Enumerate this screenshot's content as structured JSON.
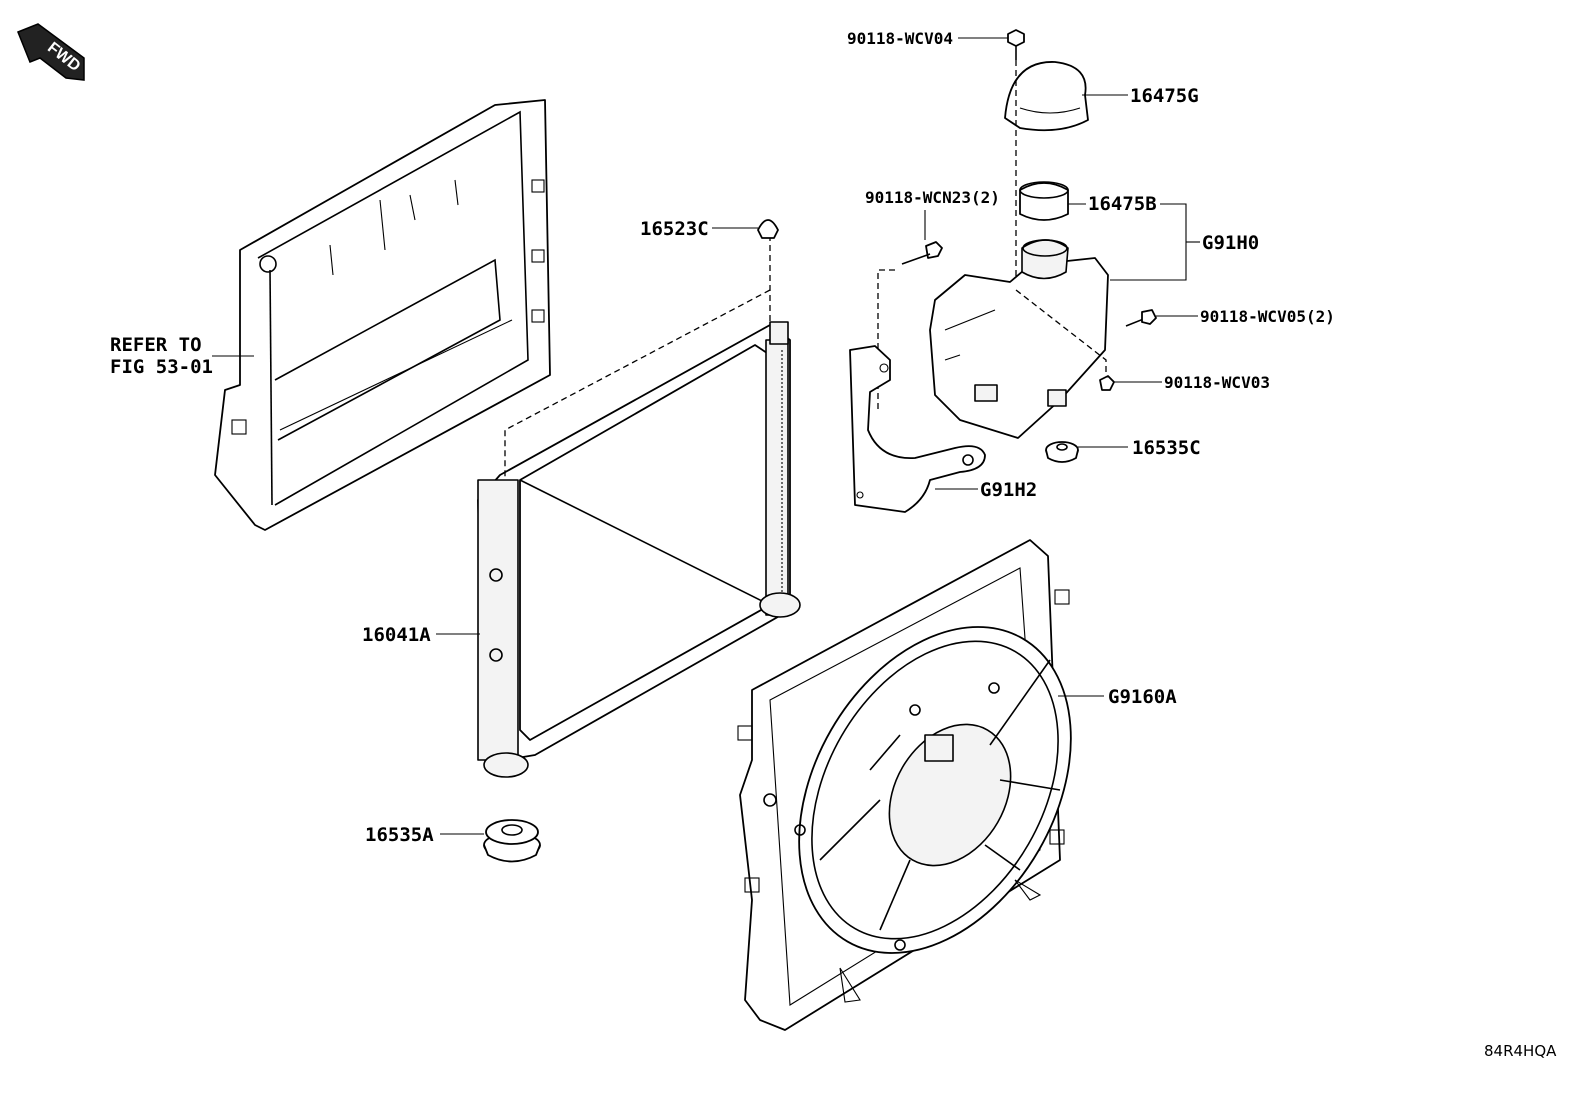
{
  "fwd_label": "FWD",
  "callouts": {
    "refer_line1": "REFER TO",
    "refer_line2": "FIG 53-01",
    "p16523C": "16523C",
    "p16041A": "16041A",
    "p16535A": "16535A",
    "p90118_WCV04": "90118-WCV04",
    "p16475G": "16475G",
    "p90118_WCN23": "90118-WCN23(2)",
    "p16475B": "16475B",
    "pG91H0": "G91H0",
    "p90118_WCV05": "90118-WCV05(2)",
    "p90118_WCV03": "90118-WCV03",
    "p16535C": "16535C",
    "pG91H2": "G91H2",
    "pG9160A": "G9160A"
  },
  "diagram_code": "84R4HQA"
}
